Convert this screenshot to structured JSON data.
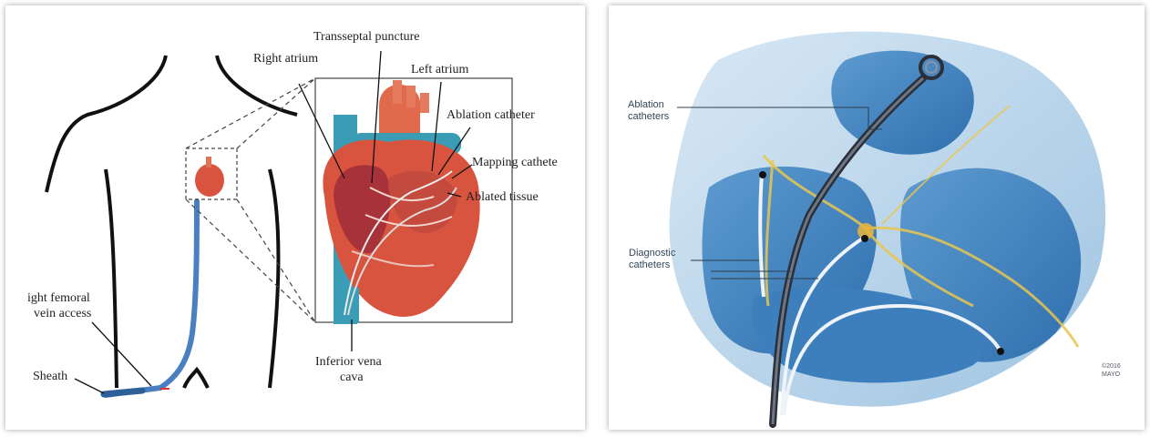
{
  "left_panel": {
    "labels": {
      "transseptal": "Transseptal puncture",
      "right_atrium": "Right atrium",
      "left_atrium": "Left atrium",
      "ablation_catheter": "Ablation catheter",
      "mapping_catheter": "Mapping cathete",
      "ablated_tissue": "Ablated tissue",
      "femoral_line1": "ight femoral",
      "femoral_line2": "vein access",
      "sheath": "Sheath",
      "ivc_line1": "Inferior vena",
      "ivc_line2": "cava"
    }
  },
  "right_panel": {
    "labels": {
      "ablation_line1": "Ablation",
      "ablation_line2": "catheters",
      "diagnostic_line1": "Diagnostic",
      "diagnostic_line2": "catheters",
      "copyright_line1": "©2016",
      "copyright_line2": "MAYO"
    }
  },
  "colors": {
    "sheath_blue": "#4a7fc1",
    "vessel_teal": "#3a9db5",
    "heart_red": "#d9543f",
    "heart_bg_blue": "#8fb8dc",
    "conduction_yellow": "#e8c650"
  }
}
